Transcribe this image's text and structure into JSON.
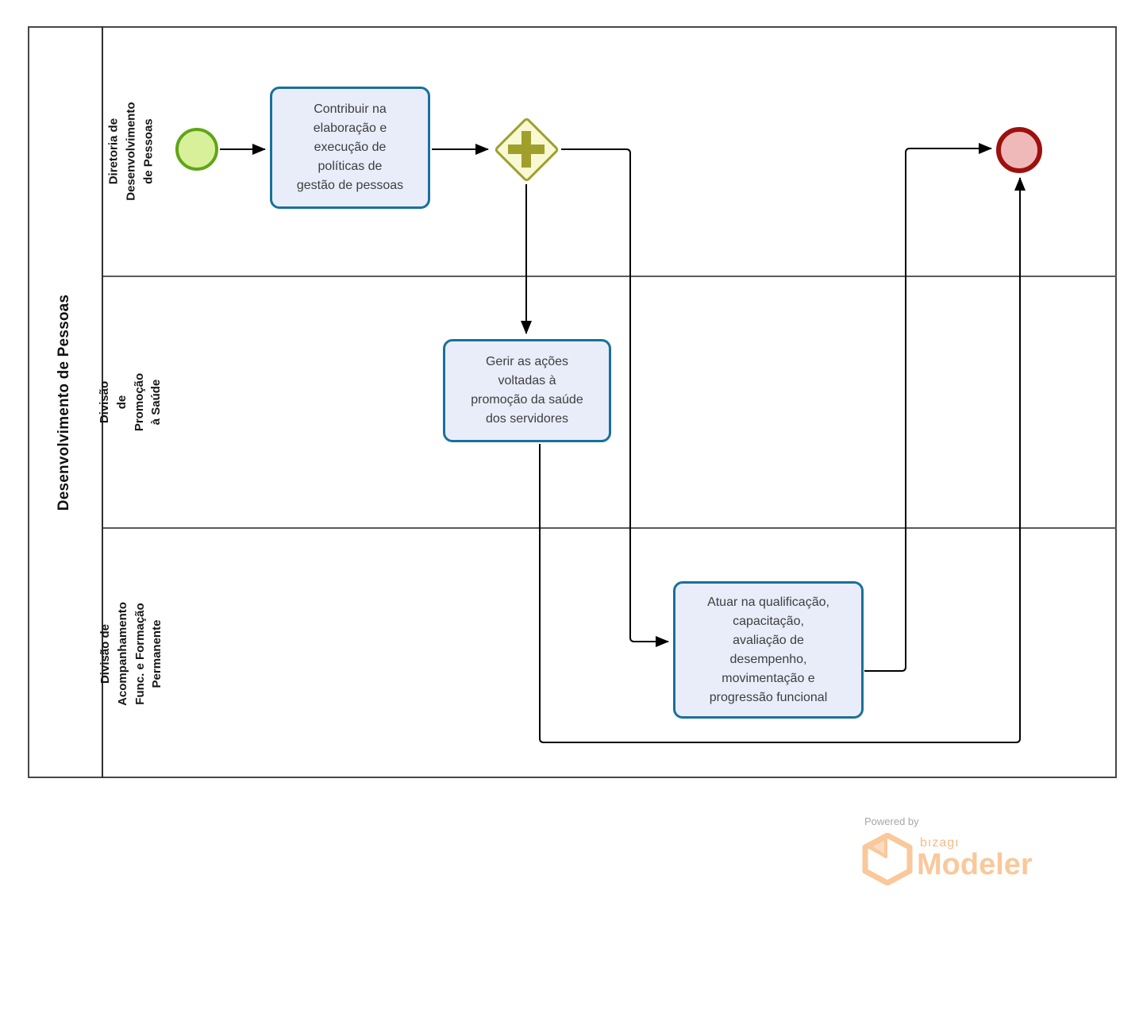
{
  "pool": {
    "title": "Desenvolvimento de Pessoas",
    "lanes": [
      {
        "label": "Diretoria de Desenvolvimento\nde Pessoas"
      },
      {
        "label": "Divisão de Promoção à Saúde"
      },
      {
        "label": "Divisão de Acompanhamento\nFunc. e Formação Permanente"
      }
    ]
  },
  "nodes": {
    "start_event": {
      "type": "start-event"
    },
    "task_contribuir": {
      "label": "Contribuir na\nelaboração e\nexecução de\npolíticas de\ngestão de pessoas"
    },
    "parallel_gateway": {
      "type": "parallel-gateway"
    },
    "task_gerir": {
      "label": "Gerir as ações\nvoltadas à\npromoção da saúde\ndos servidores"
    },
    "task_atuar": {
      "label": "Atuar na qualificação,\ncapacitação,\navaliação de\ndesempenho,\nmovimentação e\nprogressão funcional"
    },
    "end_event": {
      "type": "end-event"
    }
  },
  "colors": {
    "task_fill": "#e9edfa",
    "task_border": "#19709c",
    "start_fill": "#d8f099",
    "start_border": "#60a517",
    "end_fill": "#f0b9b9",
    "end_border": "#9d100e",
    "gateway_fill": "#f8f8d2",
    "gateway_border": "#a09f2c",
    "pool_border": "#474747",
    "flow_line": "#000000",
    "logo_orange": "#f9c89b"
  },
  "footer": {
    "powered_by": "Powered by",
    "brand": "bızagı",
    "product": "Modeler"
  }
}
